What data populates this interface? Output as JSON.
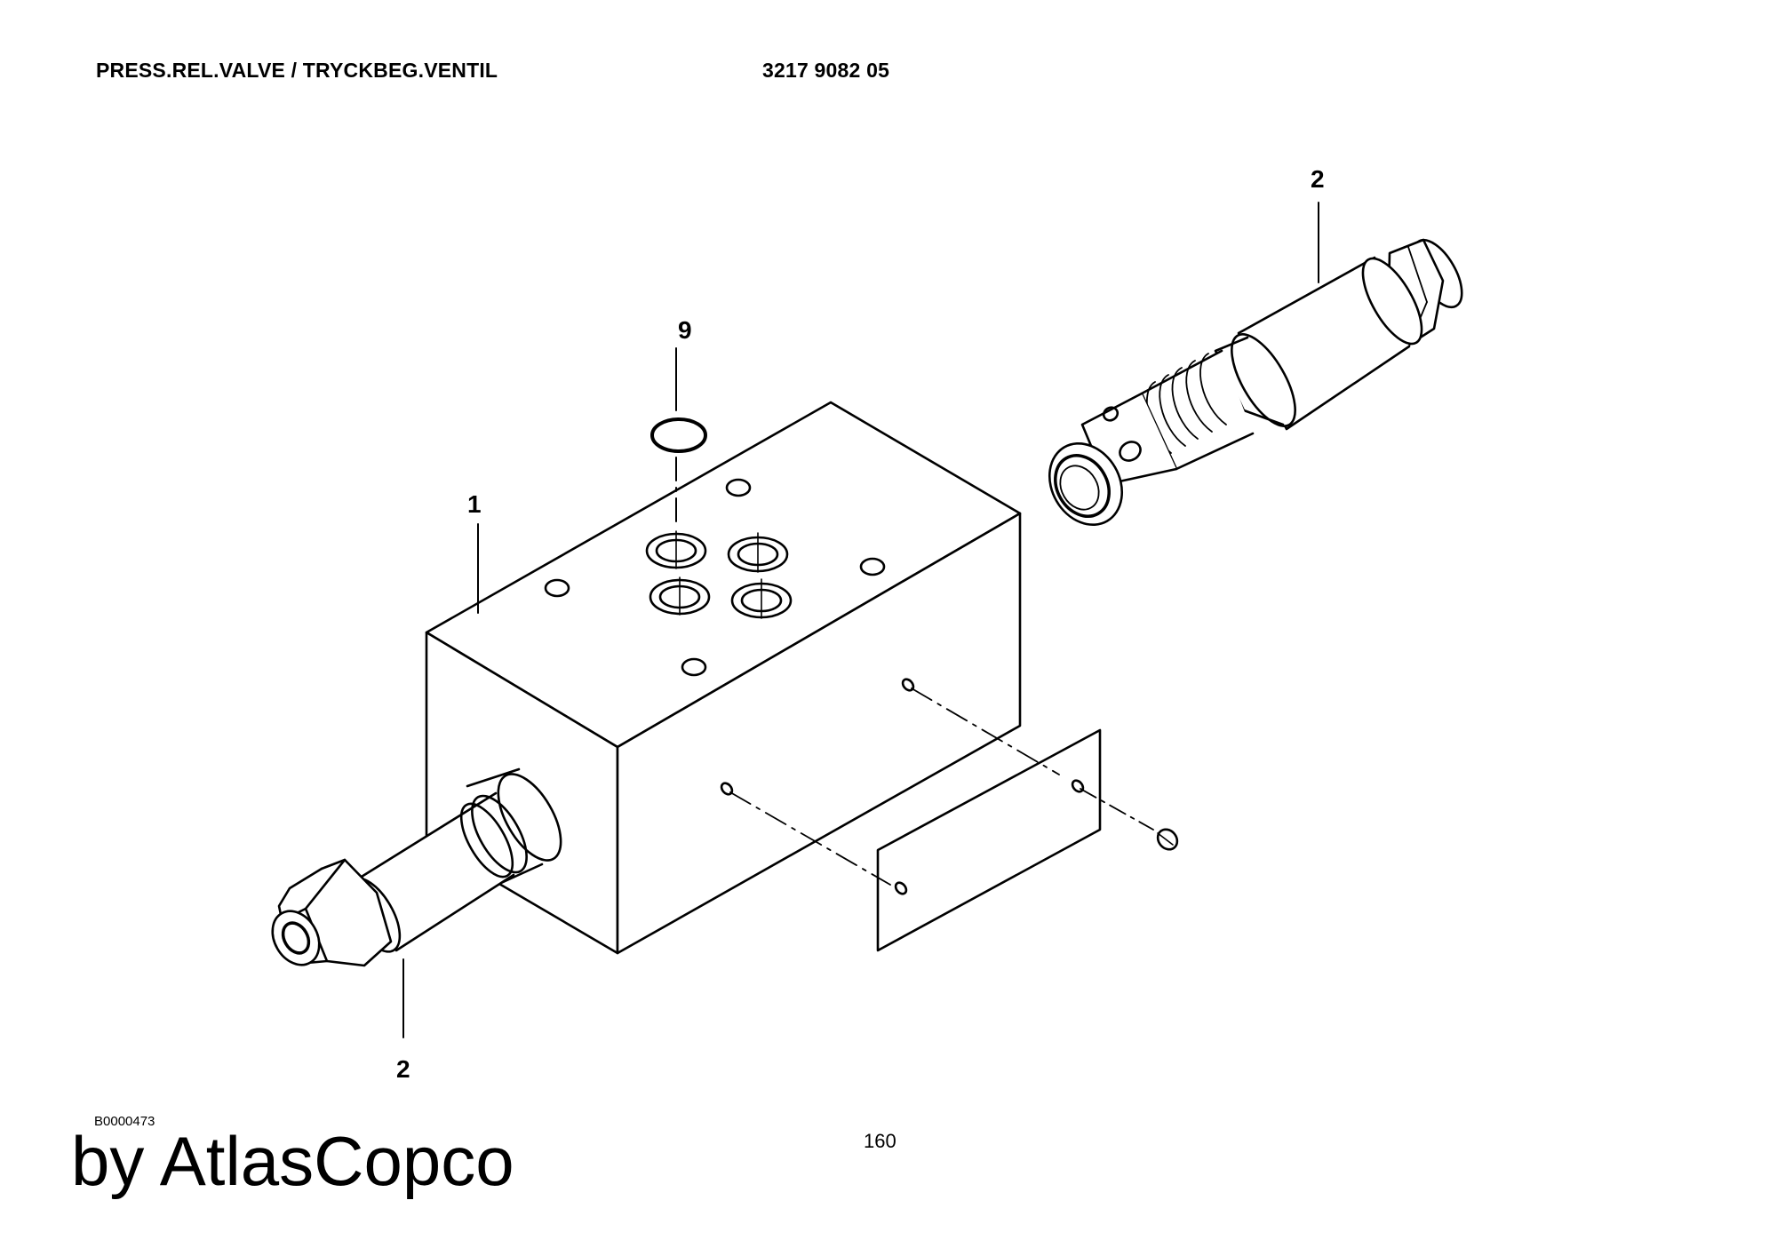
{
  "header": {
    "title": "PRESS.REL.VALVE / TRYCKBEG.VENTIL",
    "part_number": "3217 9082 05"
  },
  "callouts": {
    "item_1": "1",
    "item_2_top": "2",
    "item_2_bottom": "2",
    "item_9": "9"
  },
  "footer": {
    "drawing_ref": "B0000473",
    "page_number": "160",
    "brand": "by AtlasCopco"
  }
}
